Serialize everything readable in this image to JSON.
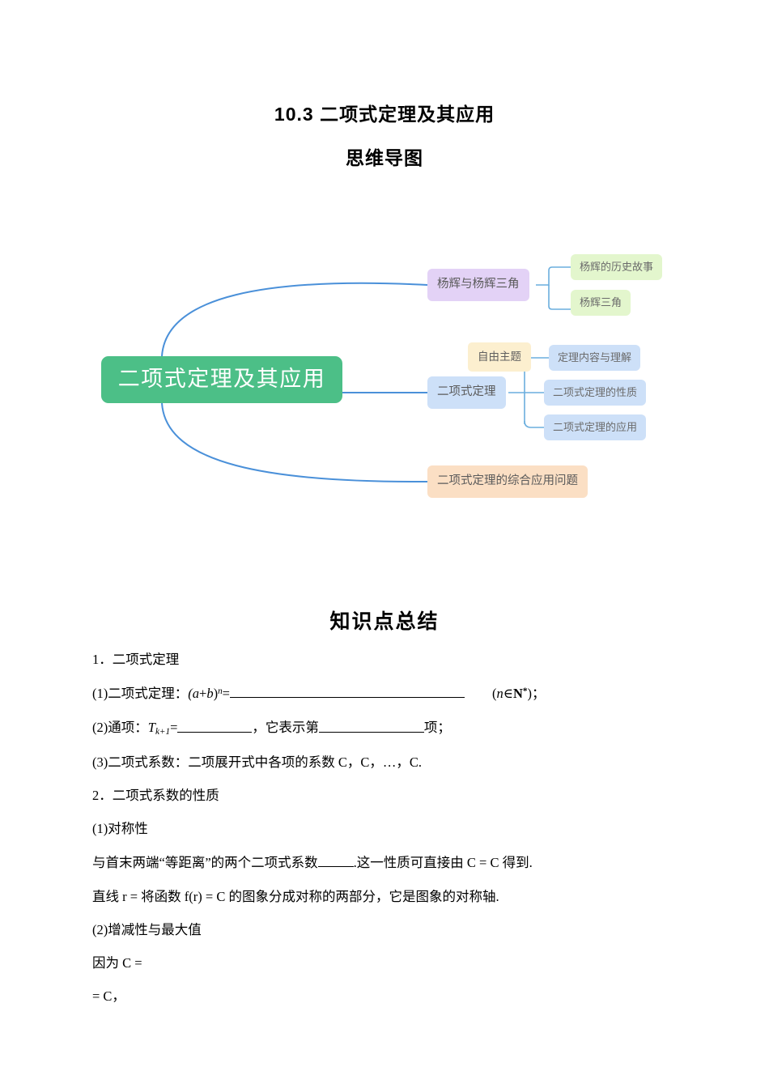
{
  "document": {
    "title": "10.3  二项式定理及其应用",
    "subtitle": "思维导图",
    "section_title": "知识点总结"
  },
  "mindmap": {
    "root": {
      "label": "二项式定理及其应用",
      "color": "#4cbf87",
      "text_color": "#ffffff"
    },
    "branches": [
      {
        "label": "杨辉与杨辉三角",
        "color": "#e3d2f6",
        "children": [
          {
            "label": "杨辉的历史故事",
            "color": "#e3f6cd"
          },
          {
            "label": "杨辉三角",
            "color": "#e3f6cd"
          }
        ]
      },
      {
        "label": "二项式定理",
        "color": "#cde0f8",
        "children": [
          {
            "label": "定理内容与理解",
            "color": "#cde0f8"
          },
          {
            "label": "二项式定理的性质",
            "color": "#cde0f8"
          },
          {
            "label": "二项式定理的应用",
            "color": "#cde0f8"
          }
        ]
      },
      {
        "label": "二项式定理的综合应用问题",
        "color": "#fbdfc4",
        "children": []
      }
    ],
    "floating_node": {
      "label": "自由主题",
      "color": "#fcefcf"
    },
    "link_color": "#4a90d9"
  },
  "knowledge": {
    "item1_heading": "1．二项式定理",
    "item1_1_prefix": "(1)二项式定理：",
    "item1_1_formula_a": "(a",
    "item1_1_formula_plus": "+",
    "item1_1_formula_b": "b",
    "item1_1_formula_close": ")",
    "item1_1_exp": "n",
    "item1_1_eq": "=",
    "item1_1_suffix_open": "(",
    "item1_1_suffix_n": "n",
    "item1_1_suffix_in": "∈",
    "item1_1_suffix_N": "N",
    "item1_1_suffix_star": "*",
    "item1_1_suffix_close": ")；",
    "item1_2_prefix": "(2)通项：",
    "item1_2_T": "T",
    "item1_2_sub": "k+1",
    "item1_2_eq": "=",
    "item1_2_mid": "，它表示第",
    "item1_2_end": "项；",
    "item1_3": "(3)二项式系数：二项展开式中各项的系数 C，C，…，C.",
    "item2_heading": "2．二项式系数的性质",
    "item2_1_heading": "(1)对称性",
    "item2_1_a_pre": "与首末两端“等距离”的两个二项式系数",
    "item2_1_a_post": ".这一性质可直接由 C = C 得到.",
    "item2_1_b": "直线 r = 将函数 f(r) = C 的图象分成对称的两部分，它是图象的对称轴.",
    "item2_2_heading": "(2)增减性与最大值",
    "item2_2_a": "因为 C =",
    "item2_2_b": "= C，"
  }
}
